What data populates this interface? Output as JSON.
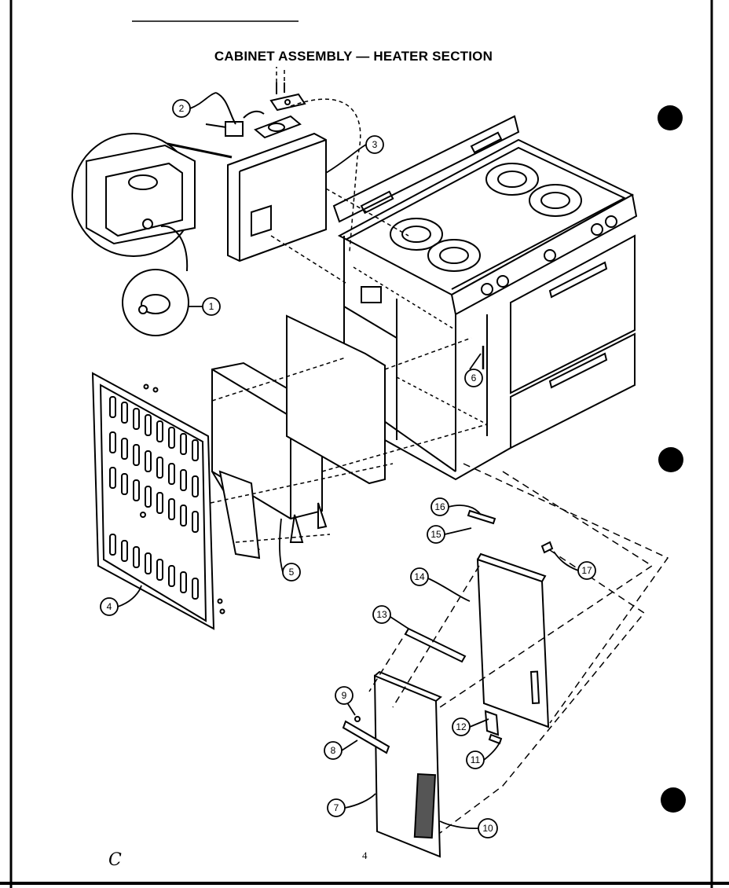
{
  "document": {
    "title": "CABINET ASSEMBLY — HEATER SECTION",
    "page_number": "4",
    "hand_mark": "C"
  },
  "callouts": [
    {
      "id": "1",
      "label": "1"
    },
    {
      "id": "2",
      "label": "2"
    },
    {
      "id": "3",
      "label": "3"
    },
    {
      "id": "4",
      "label": "4"
    },
    {
      "id": "5",
      "label": "5"
    },
    {
      "id": "6",
      "label": "6"
    },
    {
      "id": "7",
      "label": "7"
    },
    {
      "id": "8",
      "label": "8"
    },
    {
      "id": "9",
      "label": "9"
    },
    {
      "id": "10",
      "label": "10"
    },
    {
      "id": "11",
      "label": "11"
    },
    {
      "id": "12",
      "label": "12"
    },
    {
      "id": "13",
      "label": "13"
    },
    {
      "id": "14",
      "label": "14"
    },
    {
      "id": "15",
      "label": "15"
    },
    {
      "id": "16",
      "label": "16"
    },
    {
      "id": "17",
      "label": "17"
    }
  ]
}
